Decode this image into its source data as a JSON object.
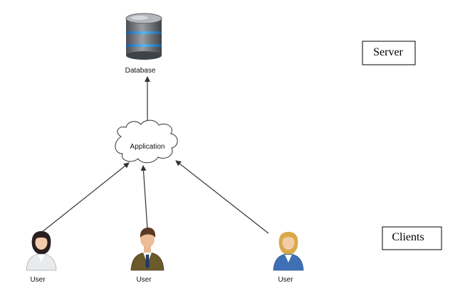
{
  "diagram": {
    "nodes": {
      "database": {
        "label": "Database",
        "icon": "database-icon"
      },
      "application": {
        "label": "Application",
        "icon": "cloud-icon"
      },
      "users": [
        {
          "label": "User",
          "icon": "female-user-icon"
        },
        {
          "label": "User",
          "icon": "male-user-icon"
        },
        {
          "label": "User",
          "icon": "female-user-blonde-icon"
        }
      ]
    },
    "tiers": {
      "server": "Server",
      "clients": "Clients"
    },
    "edges": [
      {
        "from": "users.0",
        "to": "application"
      },
      {
        "from": "users.1",
        "to": "application"
      },
      {
        "from": "users.2",
        "to": "application"
      },
      {
        "from": "application",
        "to": "database"
      }
    ],
    "colors": {
      "database_body": "#6f7378",
      "database_band": "#3f9ad8",
      "arrow": "#333333",
      "suit_male": "#6b5a2a",
      "suit_blonde": "#3f6fb5"
    }
  }
}
